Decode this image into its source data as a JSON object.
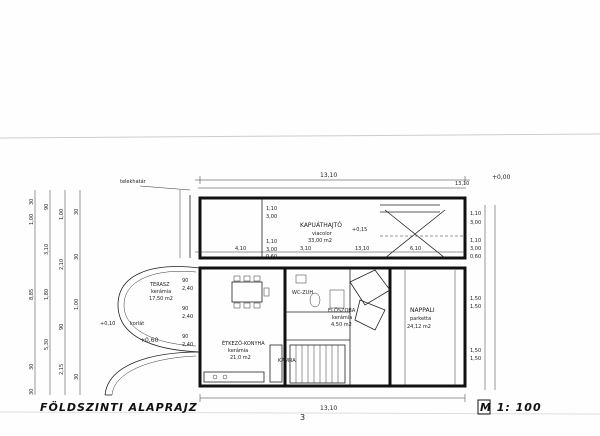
{
  "drawing": {
    "title": "FÖLDSZINTI ALAPRAJZ",
    "scale": "M 1: 100",
    "north_label": "telekhatár",
    "page_number": "3"
  },
  "levels": {
    "top_right": "+0,00",
    "garage": "+0,15",
    "terrace_left": "+0,10",
    "stair": "+0,60",
    "korlat": "korlát"
  },
  "dimensions": {
    "top_total": "13,10",
    "top_right_small": "13,10",
    "mid_left": "4,10",
    "mid_center": "3,10",
    "mid_right": "6,10",
    "mid_right_b": "13,10",
    "bottom_total": "13,10"
  },
  "rooms": {
    "kapuathajto": {
      "name": "KAPUÁTHAJTÓ",
      "finish": "viacolor",
      "area": "33,00 m2"
    },
    "terasz": {
      "name": "TERASZ",
      "finish": "kerámia",
      "area": "17,50 m2"
    },
    "etkezo": {
      "name": "ÉTKEZŐ-KONYHA",
      "finish": "kerámia",
      "area": "21,0 m2"
    },
    "eloszoba": {
      "name": "ELŐSZOBA",
      "finish": "kerámia",
      "area": "4,50 m2"
    },
    "nappali": {
      "name": "NAPPALI",
      "finish": "parketta",
      "area": "24,12 m2"
    },
    "wc": {
      "name": "WC-ZUH",
      "finish": "",
      "area": ""
    },
    "kamra": {
      "name": "KAMRA",
      "finish": "",
      "area": ""
    }
  },
  "window_tags": {
    "w1": [
      "1,10",
      "3,00",
      "0,60",
      "1,10",
      "3,00"
    ],
    "w2": [
      "90",
      "2,40"
    ],
    "w3": [
      "90",
      "2,40"
    ],
    "w4": [
      "90",
      "2,40"
    ],
    "w5": [
      "1,10",
      "3,00"
    ],
    "w6": [
      "1,10",
      "3,00"
    ],
    "w7": [
      "1,50",
      "1,50"
    ],
    "w8": [
      "1,50",
      "1,50"
    ]
  },
  "left_dims": [
    "30",
    "1,00",
    "30",
    "90",
    "3,10",
    "1,80",
    "30",
    "5,30",
    "1,00",
    "30",
    "8,85",
    "30",
    "1,00",
    "30",
    "2,10",
    "90",
    "2,15"
  ],
  "right_dims": [
    "1,10",
    "3,00",
    "1,10",
    "3,00",
    "0,60",
    "1,50",
    "1,50"
  ]
}
